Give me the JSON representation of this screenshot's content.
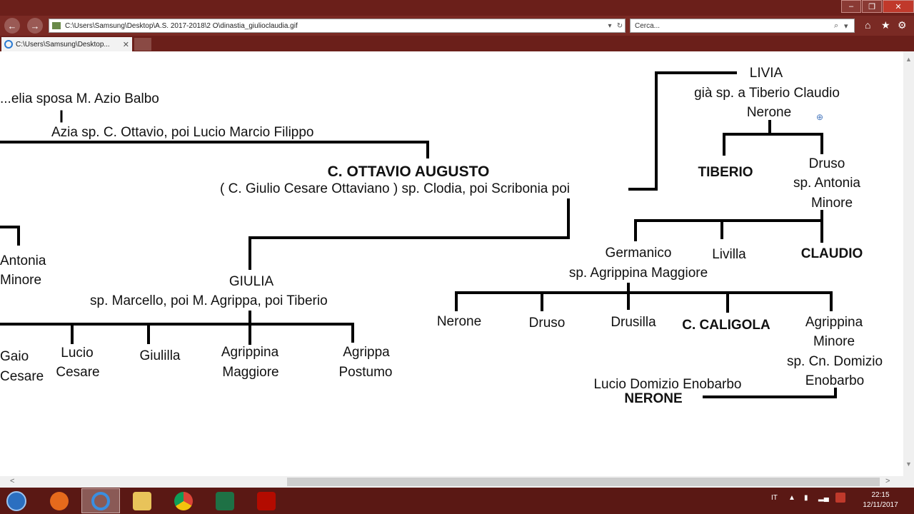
{
  "browser": {
    "address": "C:\\Users\\Samsung\\Desktop\\A.S. 2017-2018\\2 O\\dinastia_giulioclaudia.gif",
    "search_placeholder": "Cerca...",
    "tab_title": "C:\\Users\\Samsung\\Desktop..."
  },
  "tree": {
    "n1": "...elia sposa M. Azio Balbo",
    "n2": "Azia  sp. C. Ottavio, poi Lucio Marcio Filippo",
    "augusto_name": "C. OTTAVIO AUGUSTO",
    "augusto_desc": "( C. Giulio Cesare Ottaviano ) sp. Clodia, poi Scribonia poi",
    "livia_name": "LIVIA",
    "livia_l2": "già sp. a Tiberio Claudio",
    "livia_l3": "Nerone",
    "tiberio": "TIBERIO",
    "druso_l1": "Druso",
    "druso_l2": "sp. Antonia",
    "druso_l3": "Minore",
    "antonia_l1": "Antonia",
    "antonia_l2": "Minore",
    "giulia_name": "GIULIA",
    "giulia_desc": "sp. Marcello, poi  M. Agrippa, poi Tiberio",
    "germanico_l1": "Germanico",
    "germanico_l2": "sp. Agrippina Maggiore",
    "livilla": "Livilla",
    "claudio": "CLAUDIO",
    "gaio_l1": "Gaio",
    "gaio_l2": "Cesare",
    "lucio_l1": "Lucio",
    "lucio_l2": "Cesare",
    "giulilla": "Giulilla",
    "agrmag_l1": "Agrippina",
    "agrmag_l2": "Maggiore",
    "agrpost_l1": "Agrippa",
    "agrpost_l2": "Postumo",
    "nerone": "Nerone",
    "druso2": "Druso",
    "drusilla": "Drusilla",
    "caligola": "C. CALIGOLA",
    "agrmin_l1": "Agrippina",
    "agrmin_l2": "Minore",
    "agrmin_l3": "sp. Cn. Domizio",
    "agrmin_l4": "Enobarbo",
    "lucio_dom": "Lucio Domizio Enobarbo",
    "nerone_emp": "NERONE"
  },
  "taskbar": {
    "lang": "IT",
    "time": "22:15",
    "date": "12/11/2017"
  }
}
